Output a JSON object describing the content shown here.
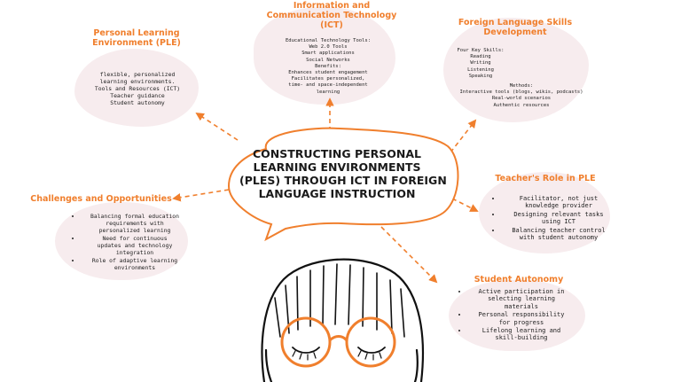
{
  "central": {
    "lines": [
      "CONSTRUCTING PERSONAL",
      "LEARNING ENVIRONMENTS",
      "(PLES) THROUGH ICT IN FOREIGN",
      "LANGUAGE INSTRUCTION"
    ]
  },
  "ple": {
    "title_lines": [
      "Personal Learning",
      "Environment (PLE)"
    ],
    "body_lines": [
      "flexible, personalized",
      "learning environments.",
      "Tools and Resources (ICT)",
      "Teacher guidance",
      "Student autonomy"
    ]
  },
  "ict": {
    "title_lines": [
      "Information and",
      "Communication Technology",
      "(ICT)"
    ],
    "body_lines": [
      "Educational Technology Tools:",
      "Web 2.0 Tools",
      "Smart applications",
      "Social Networks",
      "Benefits:",
      "Enhances student engagement",
      "Facilitates personalized,",
      "time- and space-independent",
      "learning"
    ]
  },
  "fls": {
    "title_lines": [
      "Foreign Language Skills",
      "Development"
    ],
    "body_lines": [
      "Four Key Skills:",
      "Reading",
      "Writing",
      "Listening",
      "Speaking",
      "",
      "Methods:",
      "Interactive tools (blogs, wikis, podcasts)",
      "Real-world scenarios",
      "Authentic resources"
    ]
  },
  "challenges": {
    "title": "Challenges and Opportunities",
    "items": [
      [
        "Balancing formal education",
        "requirements with",
        "personalized learning"
      ],
      [
        "Need for continuous",
        "updates and technology",
        "integration"
      ],
      [
        "Role of adaptive learning",
        "environments"
      ]
    ]
  },
  "teacher": {
    "title": "Teacher's Role in PLE",
    "items": [
      [
        "Facilitator, not just",
        "knowledge provider"
      ],
      [
        "Designing relevant tasks",
        "using ICT"
      ],
      [
        "Balancing teacher control",
        "with student autonomy"
      ]
    ]
  },
  "autonomy": {
    "title": "Student Autonomy",
    "items": [
      [
        "Active participation in",
        "selecting learning",
        "materials"
      ],
      [
        "Personal responsibility",
        "for progress"
      ],
      [
        "Lifelong learning and",
        "skill-building"
      ]
    ]
  },
  "colors": {
    "accent": "#f07f2d",
    "blob": "#f7ecee",
    "text": "#222222"
  }
}
